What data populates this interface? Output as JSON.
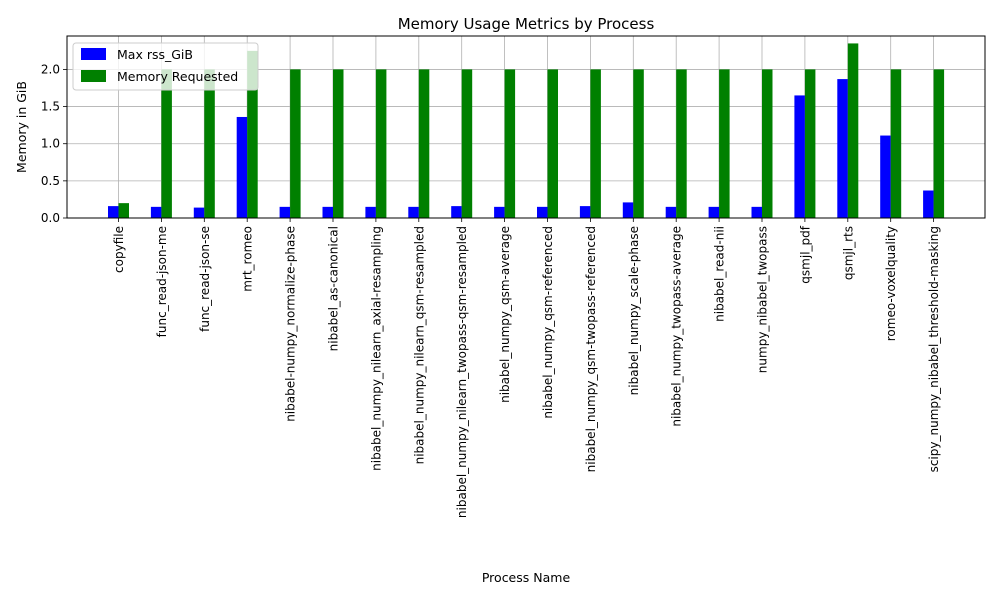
{
  "chart_data": {
    "type": "bar",
    "title": "Memory Usage Metrics by Process",
    "xlabel": "Process Name",
    "ylabel": "Memory in GiB",
    "ylim": [
      0,
      2.45
    ],
    "yticks": [
      "0.0",
      "0.5",
      "1.0",
      "1.5",
      "2.0"
    ],
    "grid": true,
    "legend_position": "top-left",
    "categories": [
      "copyfile",
      "func_read-json-me",
      "func_read-json-se",
      "mrt_romeo",
      "nibabel-numpy_normalize-phase",
      "nibabel_as-canonical",
      "nibabel_numpy_nilearn_axial-resampling",
      "nibabel_numpy_nilearn_qsm-resampled",
      "nibabel_numpy_nilearn_twopass-qsm-resampled",
      "nibabel_numpy_qsm-average",
      "nibabel_numpy_qsm-referenced",
      "nibabel_numpy_qsm-twopass-referenced",
      "nibabel_numpy_scale-phase",
      "nibabel_numpy_twopass-average",
      "nibabel_read-nii",
      "numpy_nibabel_twopass",
      "qsmjl_pdf",
      "qsmjl_rts",
      "romeo-voxelquality",
      "scipy_numpy_nibabel_threshold-masking"
    ],
    "series": [
      {
        "name": "Max rss_GiB",
        "color": "#0000ff",
        "values": [
          0.16,
          0.15,
          0.14,
          1.36,
          0.15,
          0.15,
          0.15,
          0.15,
          0.16,
          0.15,
          0.15,
          0.16,
          0.21,
          0.15,
          0.15,
          0.15,
          1.65,
          1.87,
          1.11,
          0.37
        ]
      },
      {
        "name": "Memory Requested",
        "color": "#008000",
        "values": [
          0.2,
          2.0,
          2.0,
          2.25,
          2.0,
          2.0,
          2.0,
          2.0,
          2.0,
          2.0,
          2.0,
          2.0,
          2.0,
          2.0,
          2.0,
          2.0,
          2.0,
          2.35,
          2.0,
          2.0
        ]
      }
    ]
  }
}
